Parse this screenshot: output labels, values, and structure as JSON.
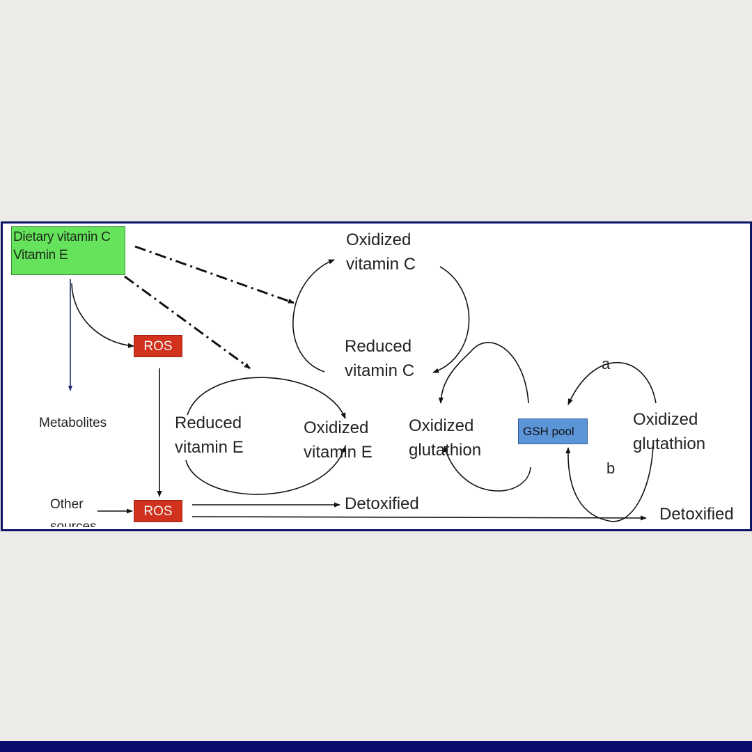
{
  "diagram": {
    "source_box": {
      "line1": "Dietary vitamin C",
      "line2": "Vitamin E",
      "color": "#66e35c"
    },
    "ros_top": "ROS",
    "ros_bottom": "ROS",
    "ros_color": "#d0321d",
    "metabolites": "Metabolites",
    "other_sources": {
      "line1": "Other",
      "line2": "sources"
    },
    "oxidized_vitamin_c": {
      "line1": "Oxidized",
      "line2": "vitamin C"
    },
    "reduced_vitamin_c": {
      "line1": "Reduced",
      "line2": "vitamin C"
    },
    "reduced_vitamin_e": {
      "line1": "Reduced",
      "line2": "vitamin E"
    },
    "oxidized_vitamin_e": {
      "line1": "Oxidized",
      "line2": "vitamin E"
    },
    "oxidized_glutathion_left": {
      "line1": "Oxidized",
      "line2": "glutathion"
    },
    "oxidized_glutathion_right": {
      "line1": "Oxidized",
      "line2": "glutathion"
    },
    "gsh_pool": "GSH pool",
    "gsh_color": "#5b95d8",
    "label_a": "a",
    "label_b": "b",
    "detoxified_middle": "Detoxified",
    "detoxified_right": "Detoxified",
    "frame_color": "#0c1464"
  }
}
